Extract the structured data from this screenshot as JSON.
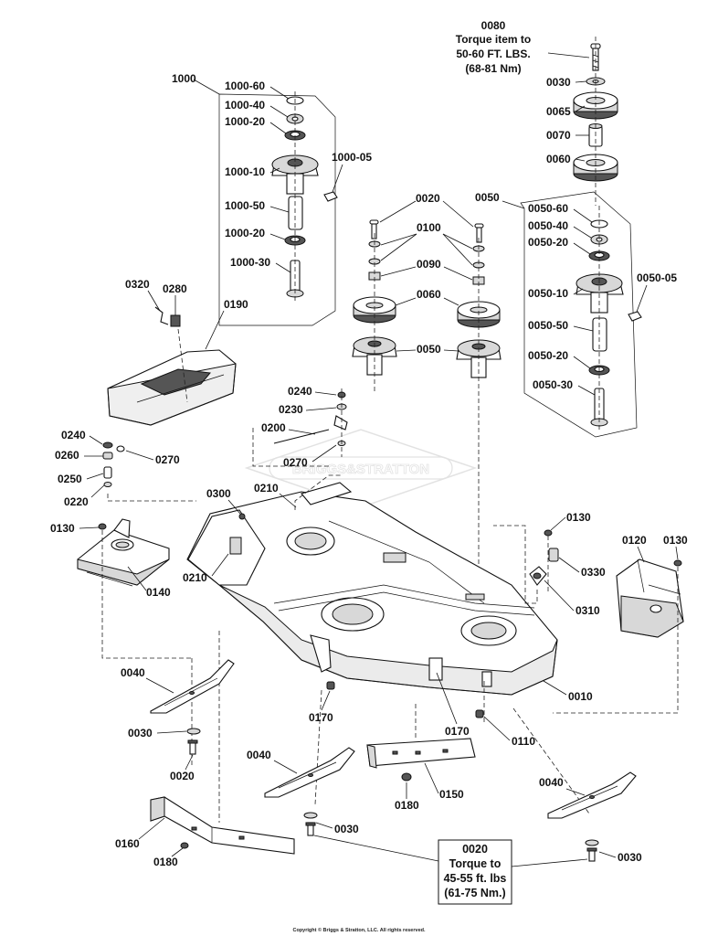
{
  "diagram": {
    "labels": {
      "l1000": "1000",
      "l1000_60": "1000-60",
      "l1000_40": "1000-40",
      "l1000_20a": "1000-20",
      "l1000_05": "1000-05",
      "l1000_10": "1000-10",
      "l1000_50": "1000-50",
      "l1000_20b": "1000-20",
      "l1000_30": "1000-30",
      "l0080": "0080",
      "l0030_top": "0030",
      "l0065": "0065",
      "l0070": "0070",
      "l0060_top": "0060",
      "l0020_top": "0020",
      "l0050_top": "0050",
      "l0100": "0100",
      "l0090": "0090",
      "l0060_mid": "0060",
      "l0050_mid": "0050",
      "l0050_60": "0050-60",
      "l0050_40": "0050-40",
      "l0050_20a": "0050-20",
      "l0050_05": "0050-05",
      "l0050_10": "0050-10",
      "l0050_50": "0050-50",
      "l0050_20b": "0050-20",
      "l0050_30": "0050-30",
      "l0320": "0320",
      "l0280": "0280",
      "l0190": "0190",
      "l0240a": "0240",
      "l0230": "0230",
      "l0200": "0200",
      "l0270a": "0270",
      "l0240b": "0240",
      "l0260": "0260",
      "l0270b": "0270",
      "l0250": "0250",
      "l0220": "0220",
      "l0300": "0300",
      "l0210a": "0210",
      "l0210b": "0210",
      "l0130a": "0130",
      "l0140": "0140",
      "l0130b": "0130",
      "l0120": "0120",
      "l0130c": "0130",
      "l0330": "0330",
      "l0310": "0310",
      "l0010": "0010",
      "l0040a": "0040",
      "l0030a": "0030",
      "l0020a": "0020",
      "l0170a": "0170",
      "l0170b": "0170",
      "l0110": "0110",
      "l0040b": "0040",
      "l0150": "0150",
      "l0180a": "0180",
      "l0030b": "0030",
      "l0160": "0160",
      "l0180b": "0180",
      "l0040c": "0040",
      "l0030c": "0030"
    },
    "notes": {
      "torque_top": [
        "Torque item to",
        "50-60 FT. LBS.",
        "(68-81 Nm)"
      ],
      "torque_bottom_id": "0020",
      "torque_bottom": [
        "Torque to",
        "45-55 ft. lbs",
        "(61-75 Nm.)"
      ]
    },
    "watermark": "BRIGGS&STRATTON",
    "copyright": "Copyright © Briggs & Stratton, LLC. All rights reserved."
  }
}
